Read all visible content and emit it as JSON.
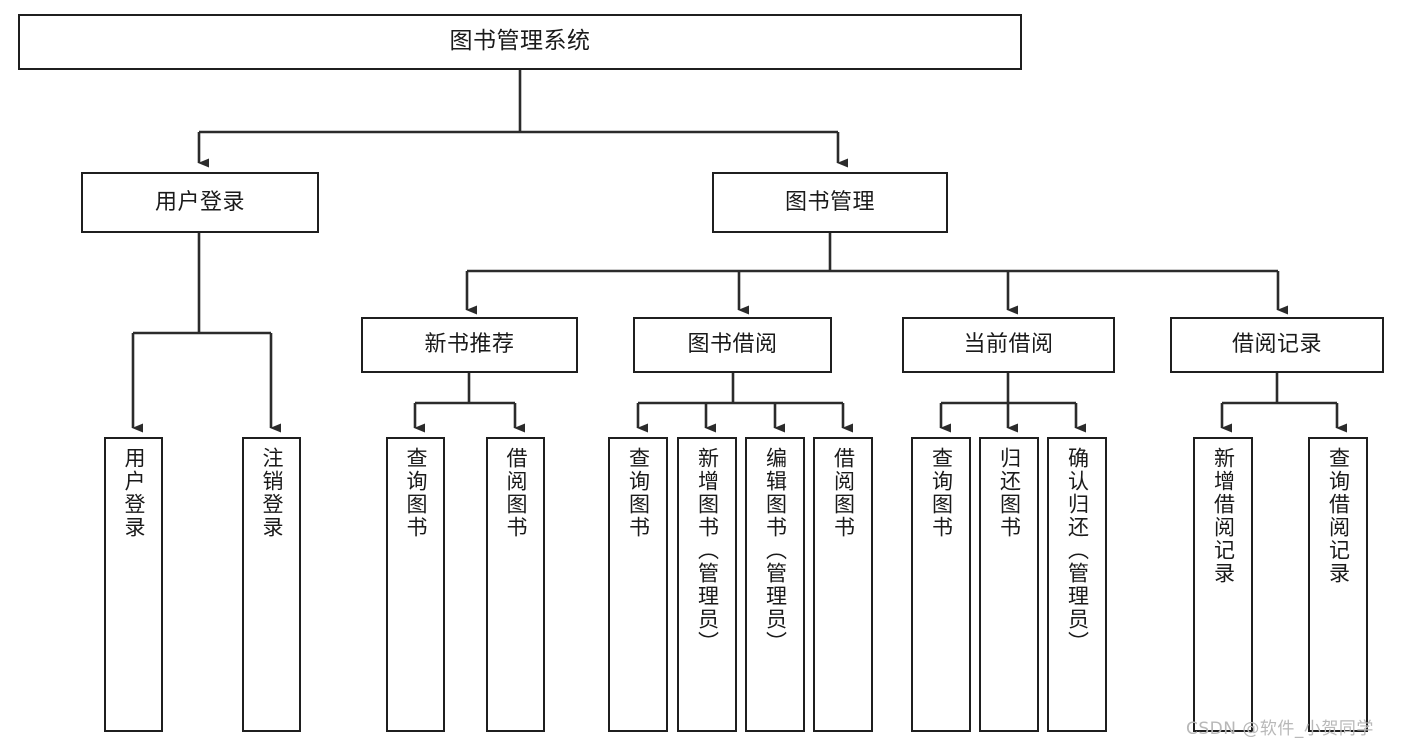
{
  "diagram": {
    "title": "图书管理系统",
    "type": "hierarchy-tree",
    "stroke_color": "#1f1f1f",
    "fill_color": "#ffffff",
    "text_color": "#1a1a1a",
    "root": {
      "label": "图书管理系统"
    },
    "level2": [
      {
        "label": "用户登录"
      },
      {
        "label": "图书管理"
      }
    ],
    "level3": [
      {
        "label": "新书推荐"
      },
      {
        "label": "图书借阅"
      },
      {
        "label": "当前借阅"
      },
      {
        "label": "借阅记录"
      }
    ],
    "leaves": {
      "user_login": [
        {
          "label": "用户登录"
        },
        {
          "label": "注销登录"
        }
      ],
      "new_book_recommend": [
        {
          "label": "查询图书"
        },
        {
          "label": "借阅图书"
        }
      ],
      "book_borrow": [
        {
          "label": "查询图书"
        },
        {
          "label": "新增图书（管理员）"
        },
        {
          "label": "编辑图书（管理员）"
        },
        {
          "label": "借阅图书"
        }
      ],
      "current_borrow": [
        {
          "label": "查询图书"
        },
        {
          "label": "归还图书"
        },
        {
          "label": "确认归还（管理员）"
        }
      ],
      "borrow_record": [
        {
          "label": "新增借阅记录"
        },
        {
          "label": "查询借阅记录"
        }
      ]
    }
  },
  "watermark": {
    "text": "CSDN @软件_小贺同学"
  }
}
